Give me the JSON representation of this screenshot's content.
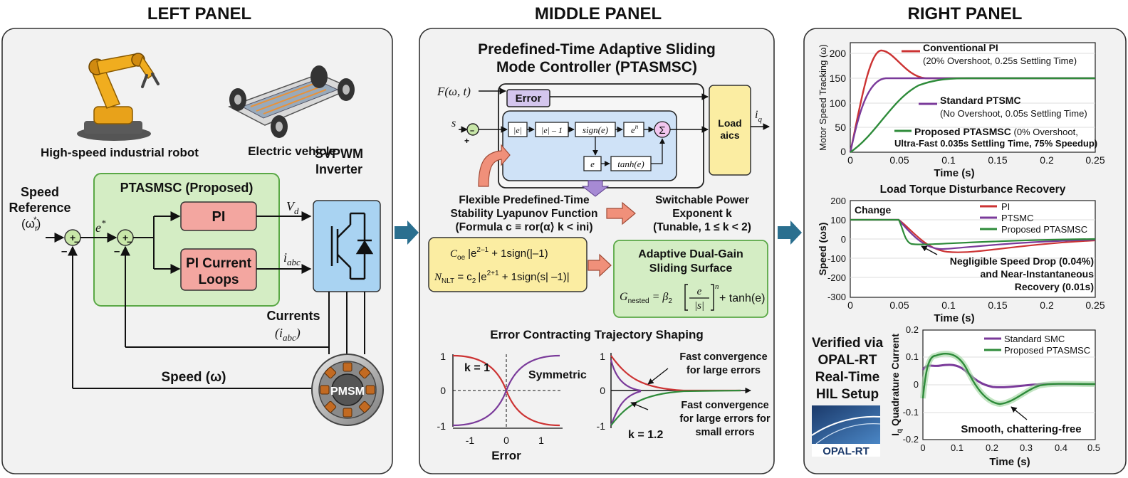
{
  "panels": {
    "left_title": "LEFT PANEL",
    "middle_title": "MIDDLE PANEL",
    "right_title": "RIGHT PANEL"
  },
  "left": {
    "robot_label": "High-speed industrial robot",
    "ev_label": "Electric vehicle",
    "speed_ref_line1": "Speed",
    "speed_ref_line2": "Reference",
    "speed_ref_symbol": "(ω",
    "speed_ref_sub": "r",
    "speed_ref_sup": "*",
    "speed_ref_close": ")",
    "proposed_label": "PTASMSC (Proposed)",
    "pi_label": "PI",
    "pi_current_line1": "PI Current",
    "pi_current_line2": "Loops",
    "error_symbol": "e",
    "error_star": "*",
    "vd": "V",
    "vd_sub": "d",
    "iabc": "i",
    "iabc_sub": "abc",
    "svpwm_line1": "SVPWM",
    "svpwm_line2": "Inverter",
    "currents_label": "Currents",
    "currents_symbol": "(i",
    "currents_sub": "abc",
    "currents_close": ")",
    "speed_feedback": "Speed (ω)",
    "pmsm": "PMSM",
    "plus": "+",
    "minus": "–"
  },
  "middle": {
    "title_line1": "Predefined-Time Adaptive Sliding",
    "title_line2": "Mode Controller (PTASMSC)",
    "f_input": "F(ω, t)",
    "error_box": "Error",
    "s_input": "s",
    "abs_e": "|e|",
    "abs_e_minus": "|e| – 1",
    "sign_e": "sign(e)",
    "e_pow": "e",
    "e_pow_sup": "n",
    "sum": "Σ",
    "e_box": "e",
    "tanh_box": "tanh(e)",
    "load_line1": "Load",
    "load_line2": "aics",
    "iq": "i",
    "iq_sub": "q",
    "lyap_line1": "Flexible Predefined-Time",
    "lyap_line2": "Stability Lyapunov Function",
    "lyap_line3": "(Formula c ≡ ror(α⟩ k < ini)",
    "power_line1": "Switchable Power",
    "power_line2": "Exponent k",
    "power_line3": "(Tunable, 1 ≤ k < 2)",
    "eq1_lhs": "C",
    "eq1_lhs_sub": "oe",
    "eq1_rhs": "|e",
    "eq1_sup": "2–1",
    "eq1_tail": " + 1sign(|–1)",
    "eq2_lhs": "N",
    "eq2_lhs_sub": "NLT",
    "eq2_mid": " = c",
    "eq2_mid_sub": "2",
    "eq2_rhs": "|e",
    "eq2_sup": "2+1",
    "eq2_tail": " + 1sign(s| –1)|",
    "surface_line1": "Adaptive Dual-Gain",
    "surface_line2": "Sliding Surface",
    "surface_lhs": "G",
    "surface_lhs_sub": "nested",
    "surface_eq": " = β",
    "surface_eq_sub": "2",
    "surface_num": "e",
    "surface_den": "|s|",
    "surface_sup": "n",
    "surface_tail": "+ tanh(e)",
    "shaping_title": "Error Contracting Trajectory Shaping",
    "k1": "k = 1",
    "symmetric": "Symmetric",
    "error_axis": "Error",
    "fast_line1": "Fast convergence",
    "fast_line2": "for large errors",
    "fast2_line1": "Fast convergence",
    "fast2_line2": "for large errors for",
    "fast2_line3": "small errors",
    "k12": "k = 1.2",
    "left_y_ticks": [
      "1",
      "0",
      "-1"
    ],
    "left_x_ticks": [
      "-1",
      "0",
      "1"
    ],
    "right_y_ticks": [
      "1",
      "0",
      "-1"
    ]
  },
  "right": {
    "chart1_ylabel": "Motor Speed Tracking (ω)",
    "chart1_xlabel": "Time (s)",
    "chart1_yticks": [
      "200",
      "150",
      "100",
      "50",
      "0"
    ],
    "chart1_xticks": [
      "0",
      "0.05",
      "0.1",
      "0.15",
      "0.2",
      "0.25"
    ],
    "chart1_pi_title": "Conventional PI",
    "chart1_pi_note": "(20% Overshoot, 0.25s Settling Time)",
    "chart1_ptsmc_title": "Standard PTSMC",
    "chart1_ptsmc_note": "(No Overshoot, 0.05s Settling Time)",
    "chart1_prop_title": "Proposed PTASMSC",
    "chart1_prop_note1": " (0% Overshoot,",
    "chart1_prop_note2": "Ultra-Fast 0.035s Settling Time, 75% Speedup)",
    "chart2_title": "Load Torque Disturbance Recovery",
    "chart2_ylabel": "Speed (ωs)",
    "chart2_xlabel": "Time (s)",
    "chart2_yticks": [
      "200",
      "100",
      "0",
      "-100",
      "-200",
      "-300"
    ],
    "chart2_xticks": [
      "0",
      "0.05",
      "0.1",
      "0.15",
      "0.2",
      "0.25"
    ],
    "chart2_change": "Change",
    "chart2_legend": [
      "PI",
      "PTSMC",
      "Proposed PTASMSC"
    ],
    "chart2_note1": "Negligible Speed Drop (0.04%)",
    "chart2_note2": "and Near-Instantaneous",
    "chart2_note3": "Recovery (0.01s)",
    "verified_line1": "Verified via",
    "verified_line2": "OPAL-RT",
    "verified_line3": "Real-Time",
    "verified_line4": "HIL Setup",
    "opal_logo": "OPAL-RT",
    "chart3_ylabel": "I",
    "chart3_ylabel_sub": "q",
    "chart3_ylabel_rest": " Quadrature Current",
    "chart3_xlabel": "Time (s)",
    "chart3_yticks": [
      "0.2",
      "0.1",
      "0",
      "-0.1",
      "-0.2"
    ],
    "chart3_xticks": [
      "0",
      "0.1",
      "0.2",
      "0.3",
      "0.4",
      "0.5"
    ],
    "chart3_legend": [
      "Standard SMC",
      "Proposed PTASMSC"
    ],
    "chart3_note": "Smooth, chattering-free"
  },
  "colors": {
    "panel_bg": "#f2f2f2",
    "green_box": "#d4edc4",
    "green_border": "#5aa846",
    "red_box": "#f3a6a0",
    "blue_box": "#a9d3f2",
    "yellow_box": "#fbeda2",
    "pi_red": "#cc3333",
    "ptsmc_purple": "#7a3a9a",
    "proposed_green": "#2e8b3a",
    "arrow_teal": "#2a6f8f"
  }
}
